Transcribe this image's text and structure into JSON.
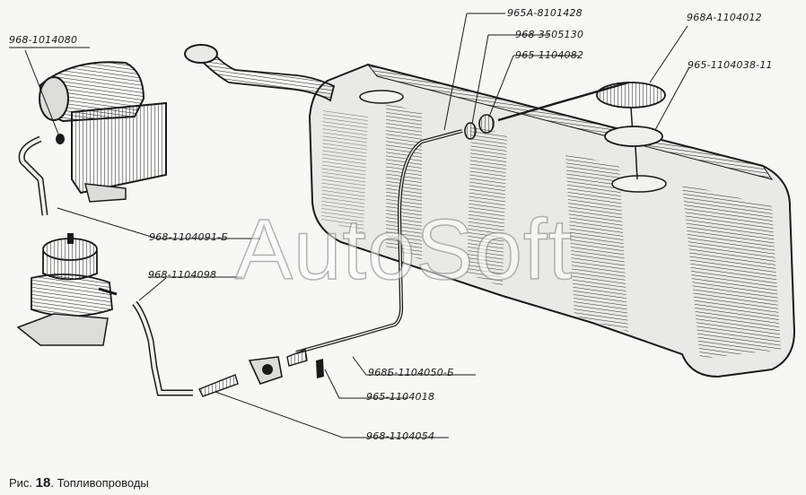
{
  "watermark": "AutoSoft",
  "caption": {
    "prefix": "Рис.",
    "number": "18",
    "title": "Топливопроводы"
  },
  "labels": {
    "air_filter_hose": "968-1014080",
    "fuel_line_pump": "968-1104091-Б",
    "fuel_line_main": "968-1104098",
    "tube_to_tank": "965А-8101428",
    "bushing": "968-3505130",
    "gasket": "965-1104082",
    "sender_cap": "968А-1104012",
    "sender_flange": "965-1104038-11",
    "fuel_line_rear": "968Б-1104050-Б",
    "clip": "965-1104018",
    "union": "968-1104054"
  },
  "colors": {
    "ink": "#1a1a1a",
    "paper": "#f7f7f5",
    "shade": "#555555"
  }
}
